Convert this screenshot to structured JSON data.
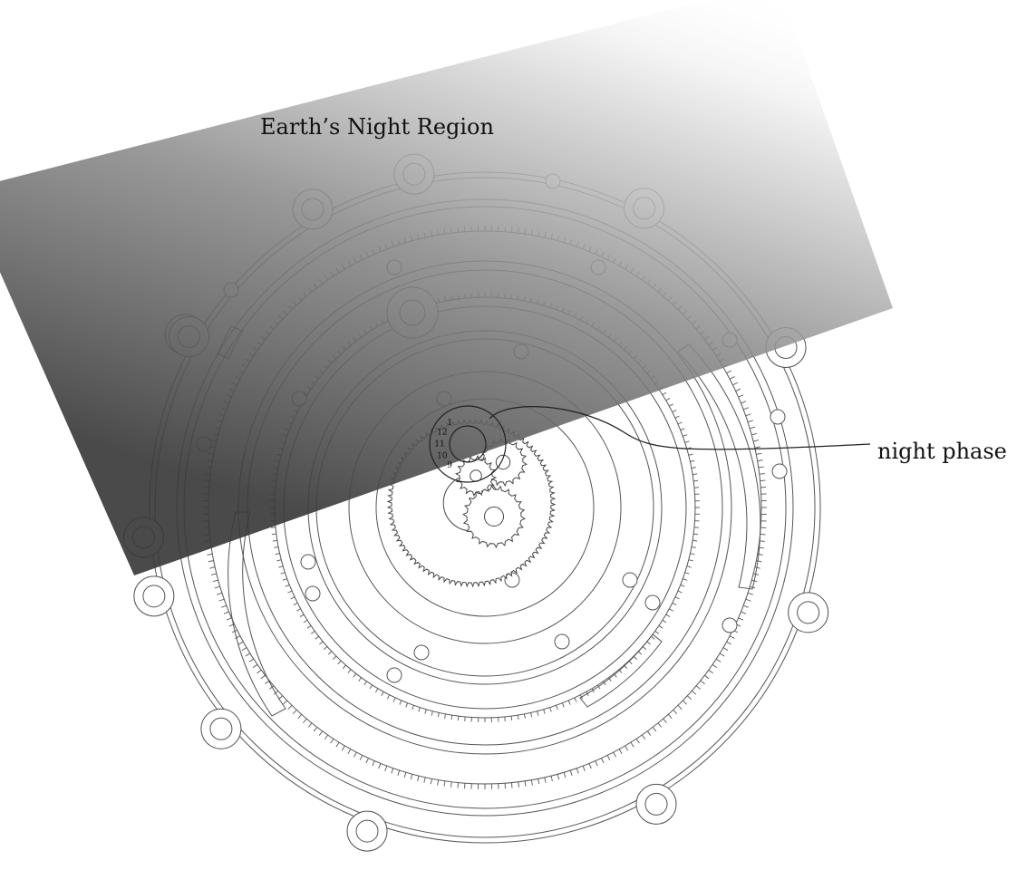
{
  "labels": {
    "night_region": "Earth’s Night Region",
    "night_phase": "night phase"
  },
  "dial_numerals": [
    "9",
    "10",
    "11",
    "12",
    "1"
  ],
  "colors": {
    "line": "#3a3a3a",
    "background": "#ffffff",
    "shade_light": "#ffffff",
    "shade_dark": "#3c3c3c"
  }
}
